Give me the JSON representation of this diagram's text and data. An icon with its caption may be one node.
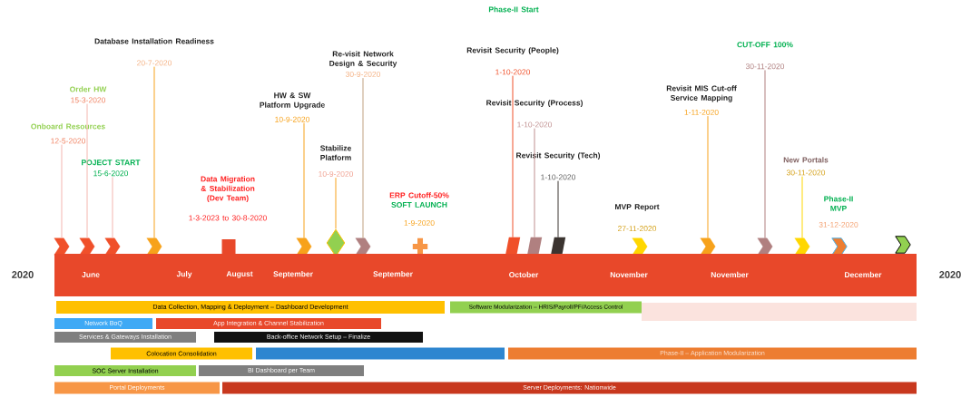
{
  "diagram": {
    "nodes": [
      {
        "text": [
          "Onboard Resources",
          "12-5-2020"
        ]
      },
      {
        "text": [
          "Order HW",
          "15-3-2020"
        ]
      },
      {
        "text": [
          "POJECT START",
          "15-6-2020"
        ]
      },
      {
        "text": [
          "Database Installation Readiness",
          "20-7-2020"
        ]
      },
      {
        "text": [
          "Data Migration & Stabilization (Dev Team)",
          "1-3-2023 to 30-8-2020"
        ]
      },
      {
        "text": [
          "HW & SW Platform Upgrade",
          "10-9-2020"
        ]
      },
      {
        "text": [
          "Stabilize Platform",
          "10-9-2020"
        ]
      },
      {
        "text": [
          "Re-visit Network Design & Security",
          "30-9-2020"
        ]
      },
      {
        "text": [
          "ERP Cutoff-50%",
          "SOFT LAUNCH",
          "1-9-2020"
        ]
      },
      {
        "text": [
          "Phase-II Start"
        ]
      },
      {
        "text": [
          "Revisit Security (People)",
          "1-10-2020"
        ]
      },
      {
        "text": [
          "Revisit Security (Process)",
          "1-10-2020"
        ]
      },
      {
        "text": [
          "Revisit Security (Tech)",
          "1-10-2020"
        ]
      },
      {
        "text": [
          "MVP Report",
          "27-11-2020"
        ]
      },
      {
        "text": [
          "Revisit MIS Cut-off Service Mapping",
          "1-11-2020"
        ]
      },
      {
        "text": [
          "CUT-OFF 100%",
          "30-11-2020"
        ]
      },
      {
        "text": [
          "New Portals",
          "30-11-2020"
        ]
      },
      {
        "text": [
          "Phase-II MVP",
          "31-12-2020"
        ]
      },
      {
        "text": [],
        "shape": "chevron"
      },
      {
        "text": [],
        "shape": "chevron"
      },
      {
        "text": [],
        "shape": "chevron"
      },
      {
        "text": [],
        "shape": "chevron"
      },
      {
        "text": [],
        "shape": "square"
      },
      {
        "text": [],
        "shape": "chevron"
      },
      {
        "text": [],
        "shape": "diamond"
      },
      {
        "text": [],
        "shape": "chevron"
      },
      {
        "text": [],
        "shape": "cross"
      },
      {
        "text": [],
        "shape": "parallelogram"
      },
      {
        "text": [],
        "shape": "parallelogram"
      },
      {
        "text": [],
        "shape": "parallelogram"
      },
      {
        "text": [],
        "shape": "chevron"
      },
      {
        "text": [],
        "shape": "chevron"
      },
      {
        "text": [],
        "shape": "chevron"
      },
      {
        "text": [],
        "shape": "chevron"
      },
      {
        "text": [],
        "shape": "chevron"
      },
      {
        "text": [],
        "shape": "chevron"
      },
      {
        "text": [
          "June",
          "July",
          "August",
          "September",
          "September",
          "October",
          "November",
          "November",
          "December"
        ]
      },
      {
        "text": [
          "Data Collection, Mapping & Deployment – Dashboard Development"
        ]
      },
      {
        "text": [
          "Software Modularization – HRIS/Payroll/PF/Access Control"
        ]
      },
      {
        "text": [],
        "shape": "bar"
      },
      {
        "text": [
          "Network BoQ"
        ]
      },
      {
        "text": [
          "App Integration & Channel Stabilization"
        ]
      },
      {
        "text": [
          "Services & Gateways Installation"
        ]
      },
      {
        "text": [
          "Back-office Network Setup – Finalize"
        ]
      },
      {
        "text": [
          "Colocation Consolidation"
        ]
      },
      {
        "text": [],
        "shape": "bar"
      },
      {
        "text": [
          "Phase-II – Application Modularization"
        ]
      },
      {
        "text": [
          "SOC Server Installation"
        ]
      },
      {
        "text": [
          "BI Dashboard per Team"
        ]
      },
      {
        "text": [
          "Portal Deployments"
        ]
      },
      {
        "text": [
          "Server Deployments: Nationwide"
        ]
      }
    ],
    "edges": [
      {
        "from": 0,
        "to": 18,
        "arrow": "none",
        "color": "#f4b6b0"
      },
      {
        "from": 1,
        "to": 19,
        "arrow": "none",
        "color": "#f4b6b0"
      },
      {
        "from": 2,
        "to": 20,
        "arrow": "none",
        "color": "#f4b6b0"
      },
      {
        "from": 3,
        "to": 21,
        "arrow": "none",
        "color": "#f7a21b"
      },
      {
        "from": 5,
        "to": 23,
        "arrow": "none",
        "color": "#f7a21b"
      },
      {
        "from": 6,
        "to": 24,
        "arrow": "none",
        "color": "#f7a21b"
      },
      {
        "from": 7,
        "to": 25,
        "arrow": "none",
        "color": "#c0a080"
      },
      {
        "from": 10,
        "to": 27,
        "arrow": "none",
        "color": "#f0502a"
      },
      {
        "from": 11,
        "to": 28,
        "arrow": "none",
        "color": "#c09090"
      },
      {
        "from": 12,
        "to": 29,
        "arrow": "none",
        "color": "#3b3430"
      },
      {
        "from": 14,
        "to": 31,
        "arrow": "none",
        "color": "#f7a21b"
      },
      {
        "from": 15,
        "to": 32,
        "arrow": "none",
        "color": "#b08080"
      },
      {
        "from": 16,
        "to": 33,
        "arrow": "none",
        "color": "#ffd700"
      }
    ],
    "labels": [
      "2020",
      "2020"
    ]
  }
}
